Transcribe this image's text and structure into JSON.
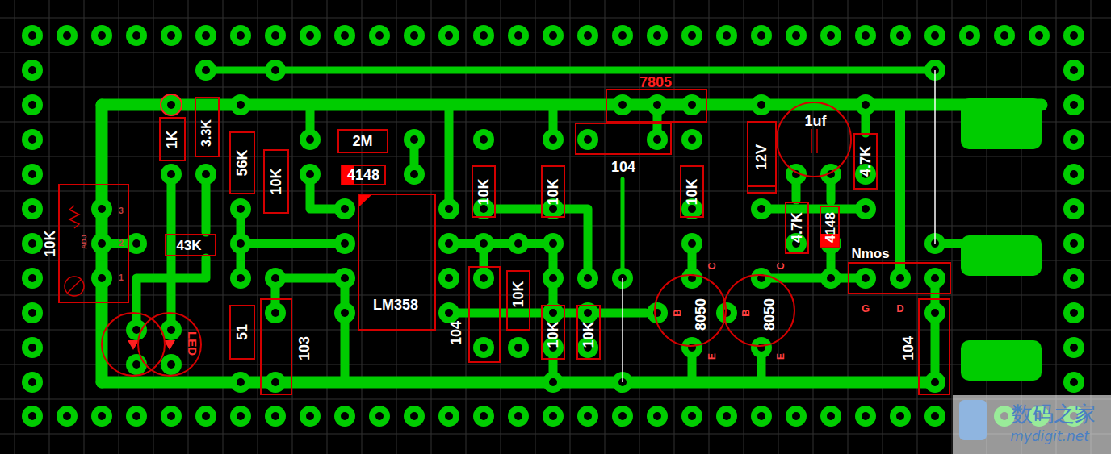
{
  "diagram": {
    "nodes": [
      {
        "text": [
          "1K"
        ]
      },
      {
        "text": [
          "3.3K"
        ]
      },
      {
        "text": [
          "56K"
        ]
      },
      {
        "text": [
          "10K"
        ]
      },
      {
        "text": [
          "2M"
        ]
      },
      {
        "text": [
          "4148"
        ]
      },
      {
        "text": [
          "LM358"
        ]
      },
      {
        "text": [
          "10K"
        ]
      },
      {
        "text": [
          "10K"
        ]
      },
      {
        "text": [
          "7805"
        ]
      },
      {
        "text": [
          "104"
        ]
      },
      {
        "text": [
          "10K"
        ]
      },
      {
        "text": [
          "12V"
        ]
      },
      {
        "text": [
          "1uf"
        ]
      },
      {
        "text": [
          "4.7K"
        ]
      },
      {
        "text": [
          "4.7K"
        ]
      },
      {
        "text": [
          "4148"
        ]
      },
      {
        "text": [
          "Nmos"
        ]
      },
      {
        "text": [
          "10K"
        ]
      },
      {
        "text": [
          "43K"
        ]
      },
      {
        "text": [
          "51"
        ]
      },
      {
        "text": [
          "103"
        ]
      },
      {
        "text": [
          "104"
        ]
      },
      {
        "text": [
          "10K"
        ]
      },
      {
        "text": [
          "10K"
        ]
      },
      {
        "text": [
          "10K"
        ]
      },
      {
        "text": [
          "8050"
        ]
      },
      {
        "text": [
          "8050"
        ]
      },
      {
        "text": [
          "104"
        ]
      },
      {
        "text": [
          "LED"
        ]
      }
    ],
    "labels": [
      "3",
      "2",
      "1",
      "ADJ",
      "B",
      "C",
      "E",
      "B",
      "C",
      "E",
      "G",
      "D",
      "数码之家",
      "mydigit.net"
    ]
  }
}
